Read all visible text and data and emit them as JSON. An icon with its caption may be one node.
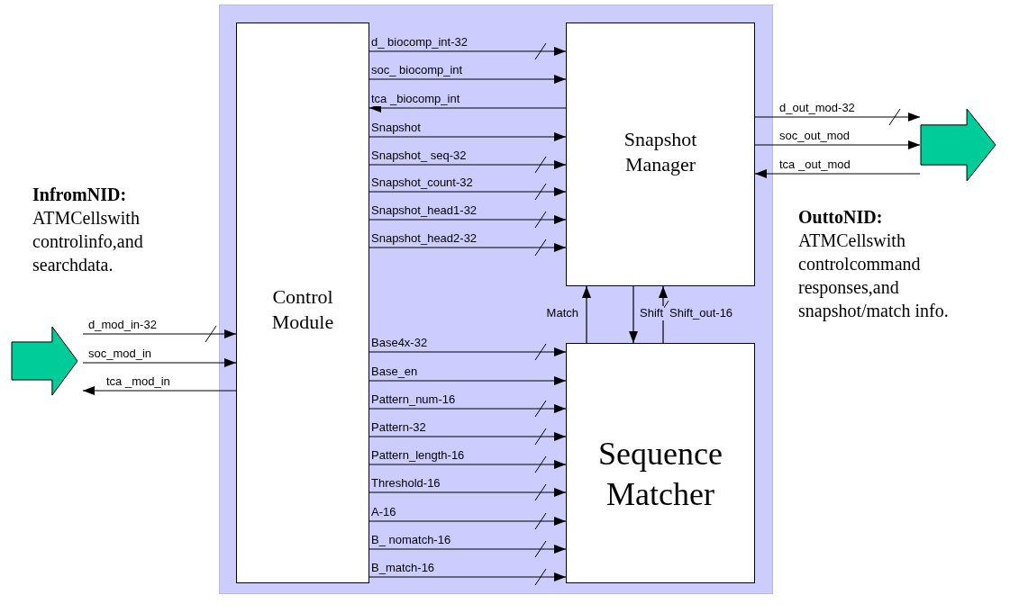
{
  "diagram": {
    "nodes": [
      {
        "text": [],
        "shape": "box"
      },
      {
        "text": [
          "Control Module"
        ],
        "in": 0
      },
      {
        "text": [
          "Snapshot Manager"
        ],
        "in": 0
      },
      {
        "text": [
          "Sequence Matcher"
        ],
        "in": 0
      },
      {
        "text": [],
        "shape": "arrow"
      },
      {
        "text": [],
        "shape": "arrow"
      }
    ],
    "edges": [
      {
        "from": 1,
        "to": 2,
        "arrow": "to",
        "label": "d_ biocomp_int-32"
      },
      {
        "from": 1,
        "to": 2,
        "arrow": "to",
        "label": "soc_ biocomp_int"
      },
      {
        "from": 2,
        "to": 1,
        "arrow": "to",
        "label": "tca _biocomp_int"
      },
      {
        "from": 1,
        "to": 2,
        "arrow": "to",
        "label": "Snapshot"
      },
      {
        "from": 1,
        "to": 2,
        "arrow": "to",
        "label": "Snapshot_ seq-32"
      },
      {
        "from": 1,
        "to": 2,
        "arrow": "to",
        "label": "Snapshot_count-32"
      },
      {
        "from": 1,
        "to": 2,
        "arrow": "to",
        "label": "Snapshot_head1-32"
      },
      {
        "from": 1,
        "to": 2,
        "arrow": "to",
        "label": "Snapshot_head2-32"
      },
      {
        "from": 3,
        "to": 2,
        "arrow": "to",
        "label": "Match"
      },
      {
        "from": 2,
        "to": 3,
        "arrow": "to",
        "label": "Shift"
      },
      {
        "from": 3,
        "to": 2,
        "arrow": "to",
        "label": "Shift_out-16"
      },
      {
        "from": 1,
        "to": 3,
        "arrow": "to",
        "label": "Base4x-32"
      },
      {
        "from": 1,
        "to": 3,
        "arrow": "to",
        "label": "Base_en"
      },
      {
        "from": 1,
        "to": 3,
        "arrow": "to",
        "label": "Pattern_num-16"
      },
      {
        "from": 1,
        "to": 3,
        "arrow": "to",
        "label": "Pattern-32"
      },
      {
        "from": 1,
        "to": 3,
        "arrow": "to",
        "label": "Pattern_length-16"
      },
      {
        "from": 1,
        "to": 3,
        "arrow": "to",
        "label": "Threshold-16"
      },
      {
        "from": 1,
        "to": 3,
        "arrow": "to",
        "label": "A-16"
      },
      {
        "from": 1,
        "to": 3,
        "arrow": "to",
        "label": "B_ nomatch-16"
      },
      {
        "from": 1,
        "to": 3,
        "arrow": "to",
        "label": "B_match-16"
      },
      {
        "from": 4,
        "to": 1,
        "arrow": "to",
        "label": "d_mod_in-32"
      },
      {
        "from": 4,
        "to": 1,
        "arrow": "to",
        "label": "soc_mod_in"
      },
      {
        "from": 1,
        "to": 4,
        "arrow": "to",
        "label": "tca _mod_in"
      },
      {
        "from": 2,
        "to": 5,
        "arrow": "to",
        "label": "d_out_mod-32"
      },
      {
        "from": 2,
        "to": 5,
        "arrow": "to",
        "label": "soc_out_mod"
      },
      {
        "from": 5,
        "to": 2,
        "arrow": "to",
        "label": "tca _out_mod"
      }
    ],
    "labels": [
      "InfromNID:",
      "ATMCellswith controlinfo,and searchdata.",
      "OuttoNID:",
      "ATMCellswith controlcommand responses,and snapshot/match info."
    ]
  }
}
